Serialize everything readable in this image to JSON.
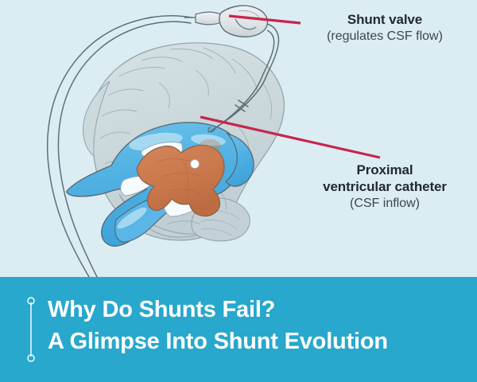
{
  "page": {
    "background_color": "#dbedf3"
  },
  "illustration": {
    "alt_name": "brain-with-csf-shunt-diagram",
    "colors": {
      "brain": "#cdd9dd",
      "brain_outline": "#8fa0a6",
      "ventricle": "#54b4e6",
      "ventricle_outline": "#5d6b73",
      "deep_structure": "#cc7a4e",
      "tubing": "#5f6e77",
      "valve": "#d7dde0",
      "leader_line": "#c8254b"
    },
    "parts": {
      "shunt_valve": "shunt-valve",
      "proximal_catheter": "proximal-ventricular-catheter",
      "distal_tubing": "distal-catheter-tubing",
      "lateral_ventricle": "lateral-ventricle",
      "thalamus": "thalamus-basal-ganglia"
    }
  },
  "callouts": [
    {
      "id": "shunt-valve",
      "headline": "Shunt valve",
      "subline": "(regulates CSF flow)"
    },
    {
      "id": "proximal-ventricular-catheter",
      "headline_line1": "Proximal",
      "headline_line2": "ventricular catheter",
      "subline": "(CSF inflow)"
    }
  ],
  "banner": {
    "background_color": "#27a8cc",
    "text_color": "#ffffff",
    "title_line1": "Why Do Shunts Fail?",
    "title_line2": "A Glimpse Into Shunt Evolution",
    "rule_icon": "vertical-line-with-end-circles"
  }
}
